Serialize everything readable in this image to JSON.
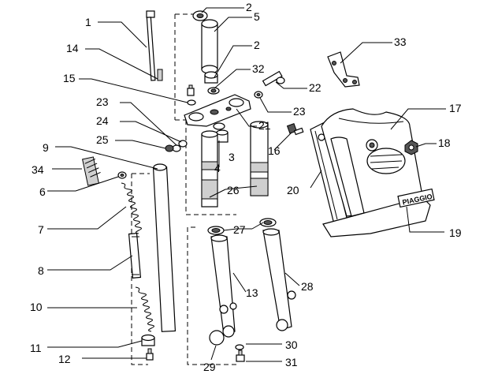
{
  "brand_text": "PIAGGIO",
  "callouts": [
    {
      "id": "c1",
      "text": "1"
    },
    {
      "id": "c2a",
      "text": "2"
    },
    {
      "id": "c5",
      "text": "5"
    },
    {
      "id": "c2b",
      "text": "2"
    },
    {
      "id": "c33",
      "text": "33"
    },
    {
      "id": "c14",
      "text": "14"
    },
    {
      "id": "c32",
      "text": "32"
    },
    {
      "id": "c15",
      "text": "15"
    },
    {
      "id": "c22",
      "text": "22"
    },
    {
      "id": "c23a",
      "text": "23"
    },
    {
      "id": "c23b",
      "text": "23"
    },
    {
      "id": "c17",
      "text": "17"
    },
    {
      "id": "c24",
      "text": "24"
    },
    {
      "id": "c21",
      "text": "21"
    },
    {
      "id": "c25",
      "text": "25"
    },
    {
      "id": "c16",
      "text": "16"
    },
    {
      "id": "c18",
      "text": "18"
    },
    {
      "id": "c3",
      "text": "3"
    },
    {
      "id": "c9",
      "text": "9"
    },
    {
      "id": "c4",
      "text": "4"
    },
    {
      "id": "c34",
      "text": "34"
    },
    {
      "id": "c26",
      "text": "26"
    },
    {
      "id": "c6",
      "text": "6"
    },
    {
      "id": "c20",
      "text": "20"
    },
    {
      "id": "c7",
      "text": "7"
    },
    {
      "id": "c27",
      "text": "27"
    },
    {
      "id": "c19",
      "text": "19"
    },
    {
      "id": "c8",
      "text": "8"
    },
    {
      "id": "c13",
      "text": "13"
    },
    {
      "id": "c28",
      "text": "28"
    },
    {
      "id": "c10",
      "text": "10"
    },
    {
      "id": "c11",
      "text": "11"
    },
    {
      "id": "c30",
      "text": "30"
    },
    {
      "id": "c12",
      "text": "12"
    },
    {
      "id": "c29",
      "text": "29"
    },
    {
      "id": "c31",
      "text": "31"
    }
  ]
}
